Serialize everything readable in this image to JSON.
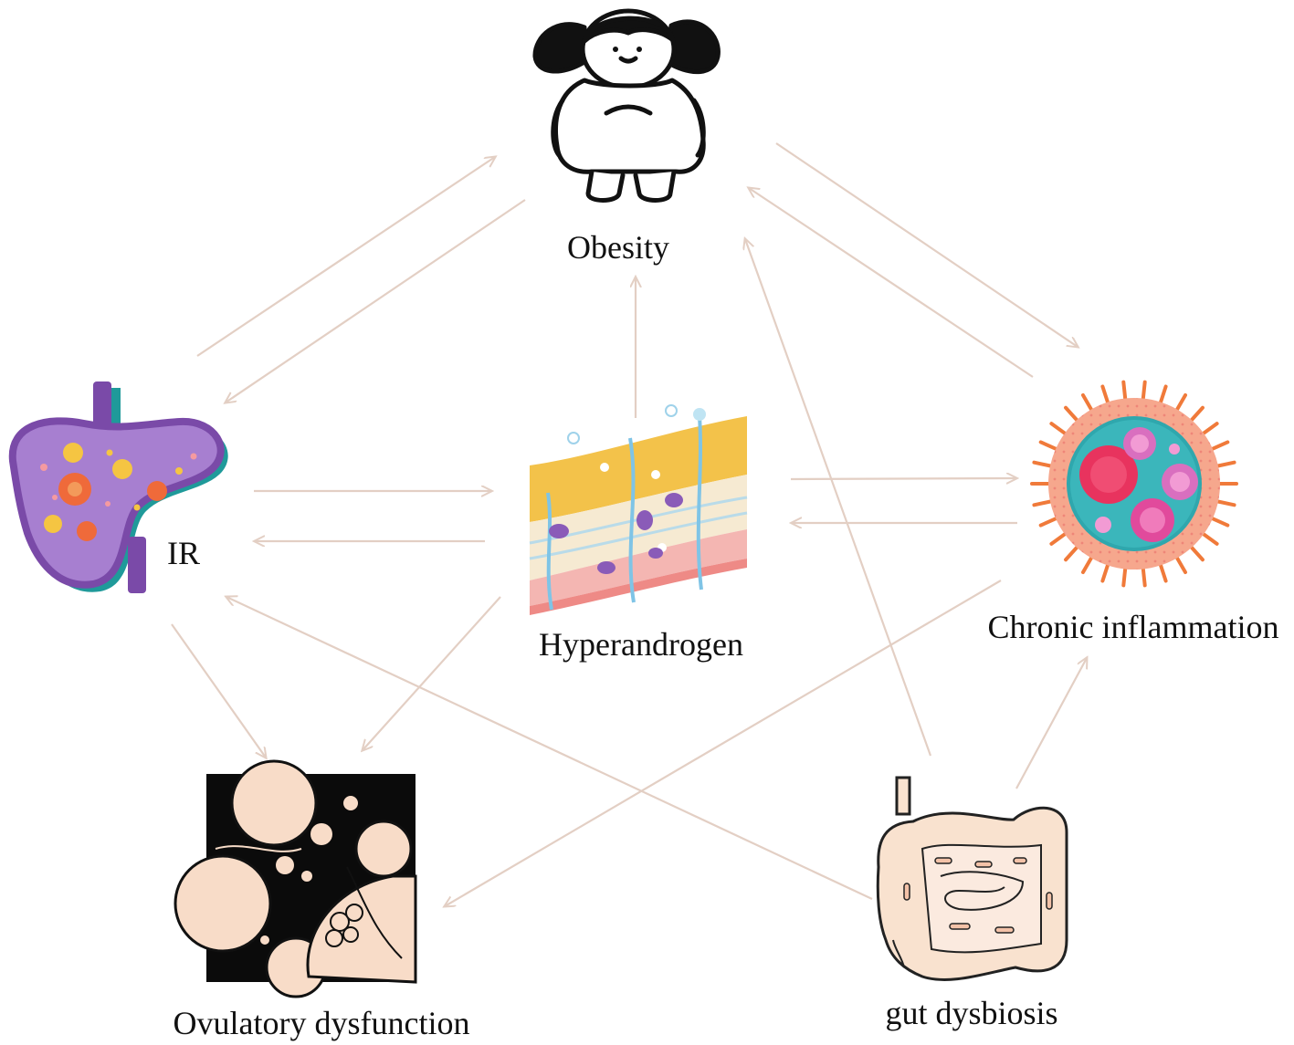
{
  "nodes": {
    "obesity": {
      "label": "Obesity",
      "icon": "obese-girl-icon"
    },
    "ir": {
      "label": "IR",
      "icon": "pancreas-icon"
    },
    "hyperandrogen": {
      "label": "Hyperandrogen",
      "icon": "skin-layers-icon"
    },
    "inflammation": {
      "label": "Chronic inflammation",
      "icon": "immune-cell-icon"
    },
    "ovulatory": {
      "label": "Ovulatory dysfunction",
      "icon": "ovarian-follicles-icon"
    },
    "gut": {
      "label": "gut dysbiosis",
      "icon": "intestine-icon"
    }
  },
  "edges": [
    {
      "from": "IR",
      "to": "Obesity"
    },
    {
      "from": "Obesity",
      "to": "IR"
    },
    {
      "from": "Obesity",
      "to": "Chronic inflammation"
    },
    {
      "from": "Chronic inflammation",
      "to": "Obesity"
    },
    {
      "from": "Hyperandrogen",
      "to": "Obesity"
    },
    {
      "from": "gut dysbiosis",
      "to": "Obesity"
    },
    {
      "from": "IR",
      "to": "Hyperandrogen"
    },
    {
      "from": "Hyperandrogen",
      "to": "IR"
    },
    {
      "from": "Hyperandrogen",
      "to": "Chronic inflammation"
    },
    {
      "from": "Chronic inflammation",
      "to": "Hyperandrogen"
    },
    {
      "from": "IR",
      "to": "Ovulatory dysfunction"
    },
    {
      "from": "Hyperandrogen",
      "to": "Ovulatory dysfunction"
    },
    {
      "from": "Chronic inflammation",
      "to": "Ovulatory dysfunction"
    },
    {
      "from": "gut dysbiosis",
      "to": "IR"
    },
    {
      "from": "gut dysbiosis",
      "to": "Chronic inflammation"
    }
  ],
  "colors": {
    "arrow": "#e3cfc4",
    "pancreas": "#a77fd0",
    "skin_fat": "#f3c24a",
    "cell_core": "#2fa7ad",
    "cell_spikes": "#f07a3a",
    "follicle": "#f8dcc8",
    "intestine": "#f9e2cf"
  }
}
